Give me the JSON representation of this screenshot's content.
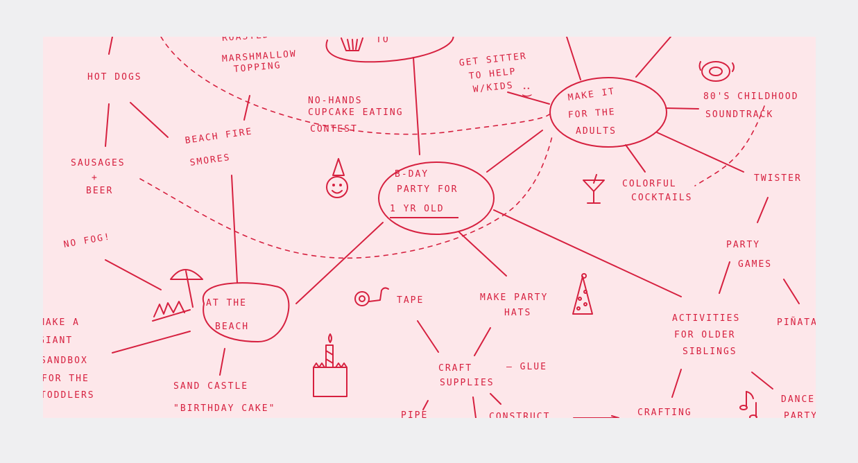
{
  "colors": {
    "ink": "#d6203f",
    "board": "#fde7ea",
    "frame": "#efeff1"
  },
  "center": {
    "line1": "B-DAY",
    "line2": "PARTY FOR",
    "line3": "1 YR OLD"
  },
  "nodes": {
    "hot_dogs": "HOT DOGS",
    "roasted_line1": "ROASTED",
    "roasted_line2": "MARSHMALLOW",
    "roasted_line3": "TOPPING",
    "no_hands_line1": "NO-HANDS",
    "no_hands_line2": "CUPCAKE EATING",
    "no_hands_line3": "CONTEST",
    "get_sitter_line1": "GET SITTER",
    "get_sitter_line2": "TO HELP",
    "get_sitter_line3": "W/KIDS",
    "adults_line1": "MAKE IT",
    "adults_line2": "FOR THE",
    "adults_line3": "ADULTS",
    "soundtrack_line1": "80'S CHILDHOOD",
    "soundtrack_line2": "SOUNDTRACK",
    "sausages_line1": "SAUSAGES",
    "sausages_line2": "+",
    "sausages_line3": "BEER",
    "bonfire_line1": "BEACH FIRE",
    "bonfire_line2": "SMORES",
    "cocktails_line1": "COLORFUL",
    "cocktails_line2": "COCKTAILS",
    "twister": "TWISTER",
    "no_fog": "NO FOG!",
    "party_games_line1": "PARTY",
    "party_games_line2": "GAMES",
    "beach_line1": "AT THE",
    "beach_line2": "BEACH",
    "tape": "TAPE",
    "party_hats_line1": "MAKE PARTY",
    "party_hats_line2": "HATS",
    "activities_line1": "ACTIVITIES",
    "activities_line2": "FOR OLDER",
    "activities_line3": "SIBLINGS",
    "pinata": "PIÑATA",
    "sandbox_line1": "MAKE A",
    "sandbox_line2": "GIANT",
    "sandbox_line3": "SANDBOX",
    "sandbox_line4": "FOR THE",
    "sandbox_line5": "TODDLERS",
    "craft_line1": "CRAFT",
    "craft_line2": "SUPPLIES",
    "glue": "— GLUE",
    "sand_castle_line1": "SAND CASTLE",
    "sand_castle_line2": "\"BIRTHDAY CAKE\"",
    "pipe": "PIPE",
    "construct": "CONSTRUCT",
    "crafting": "CRAFTING",
    "dance_line1": "DANCE",
    "dance_line2": "PARTY",
    "cupcake_to": "TO"
  },
  "icons": [
    "cupcake-icon",
    "face-party-hat-icon",
    "cocktail-glass-icon",
    "record-icon",
    "umbrella-icon",
    "tape-roll-icon",
    "party-hat-icon",
    "cake-candle-icon",
    "music-note-icon"
  ]
}
